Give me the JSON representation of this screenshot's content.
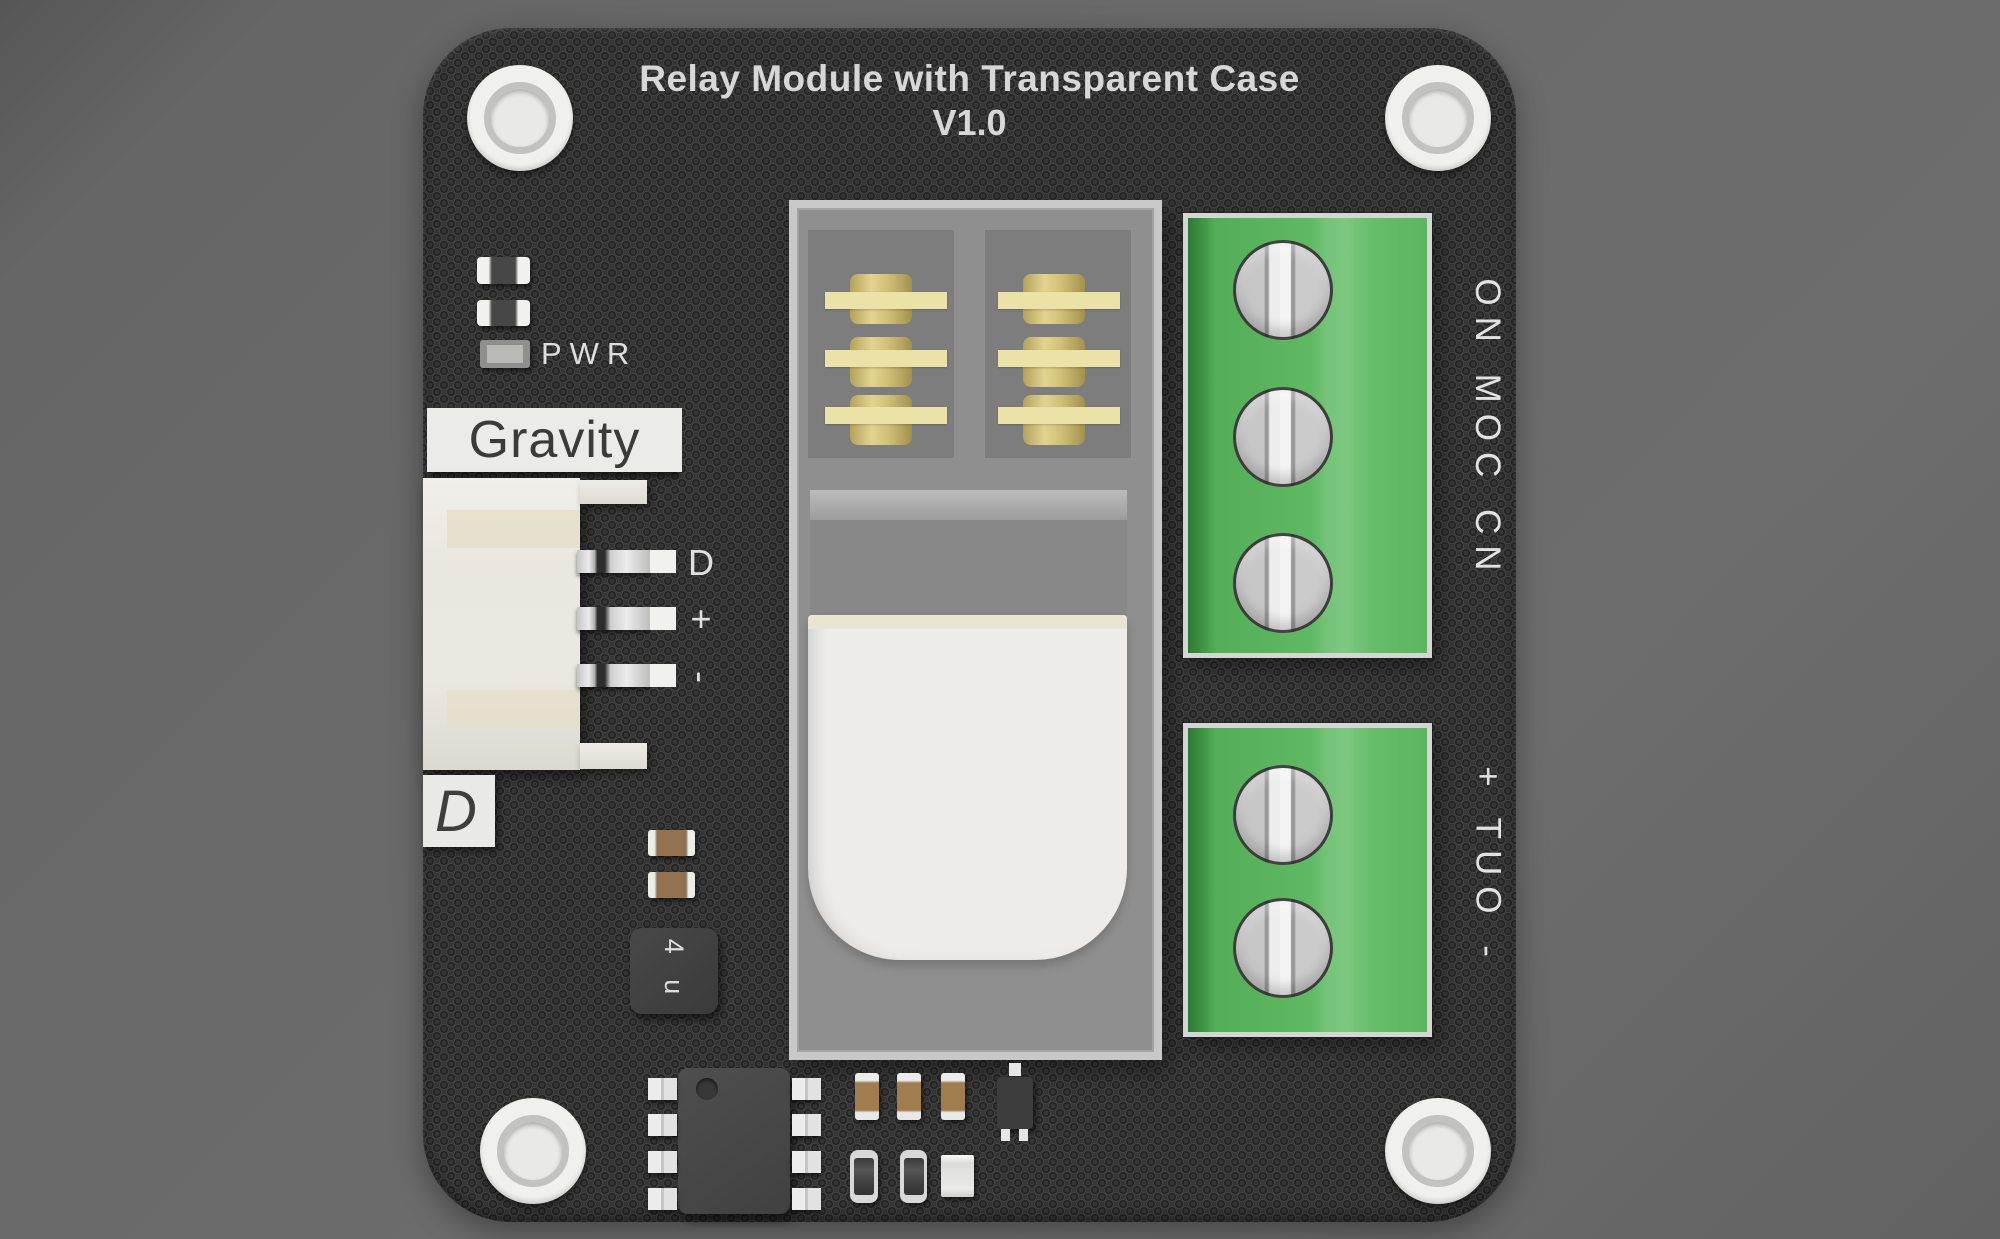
{
  "board": {
    "title": "Relay Module with Transparent Case",
    "version": "V1.0",
    "brand": "Gravity",
    "interface_type": "D",
    "power_led_label": "PWR",
    "pin_labels": [
      "D",
      "+",
      "-"
    ],
    "relay_terminal_labels": "NC COM NO",
    "output_terminal_labels": "- OUT +",
    "capacitor_marking": "4 u"
  },
  "colors": {
    "pcb": "#363636",
    "silkscreen": "#e3e3e3",
    "label-bg": "#ebebe9",
    "label-text": "#3b3b3b",
    "terminal-green": "#5cb65f",
    "terminal-green-dark": "#2e7a33",
    "terminal-green-light": "#7cc97f",
    "relay-case": "#8f8f8f",
    "relay-panel": "#7d7d7d",
    "contact-bar": "#eae2a6",
    "bobbin": "#edeceb",
    "connector-cream": "#eae8e1",
    "capacitor-tan": "#927251"
  }
}
